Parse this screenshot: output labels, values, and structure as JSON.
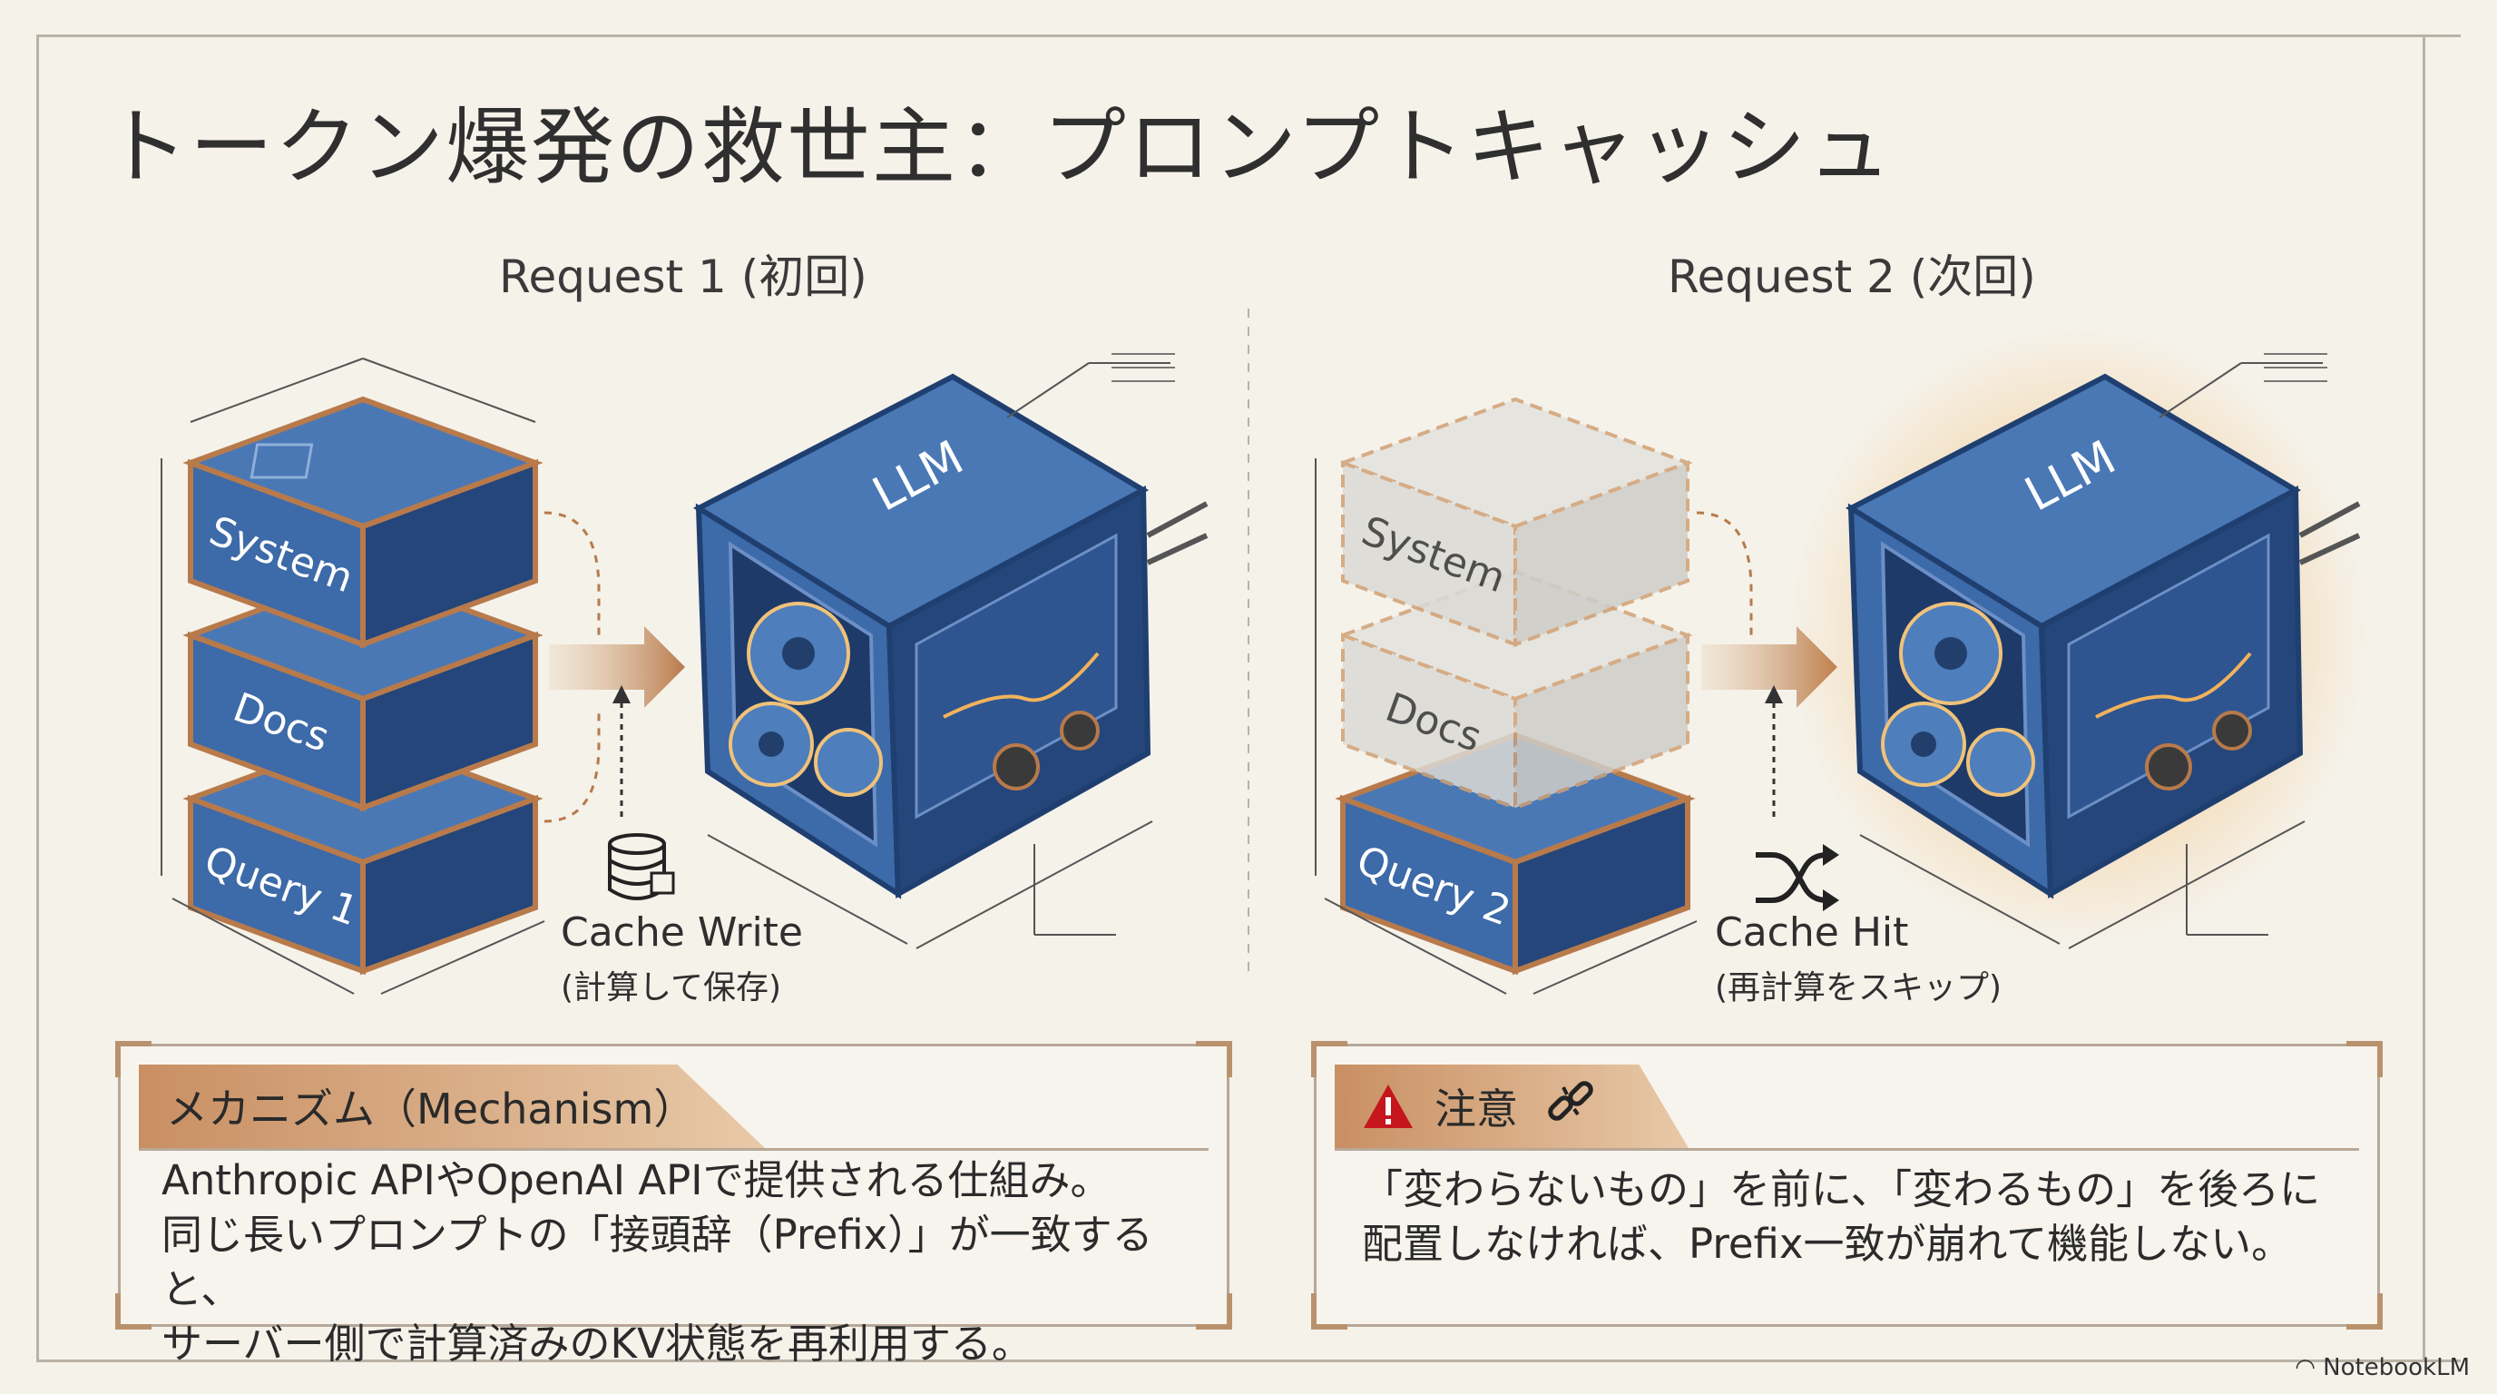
{
  "title": "トークン爆発の救世主：プロンプトキャッシュ",
  "request1": {
    "label": "Request 1 (初回)",
    "layers": [
      "System",
      "Docs",
      "Query 1"
    ],
    "engine": "LLM",
    "cache_icon": "database-write-icon",
    "cache_label": "Cache Write",
    "cache_sub": "(計算して保存)"
  },
  "request2": {
    "label": "Request 2 (次回)",
    "layers": [
      "System",
      "Docs",
      "Query 2"
    ],
    "engine": "LLM",
    "cache_icon": "shuffle-icon",
    "cache_label": "Cache Hit",
    "cache_sub": "(再計算をスキップ)"
  },
  "mechanism": {
    "heading": "メカニズム（Mechanism）",
    "lines": [
      "Anthropic APIやOpenAI APIで提供される仕組み。",
      "同じ長いプロンプトの「接頭辞（Prefix）」が一致すると、",
      "サーバー側で計算済みのKV状態を再利用する。"
    ]
  },
  "caution": {
    "heading": "注意",
    "icon": "broken-link-icon",
    "lines": [
      "「変わらないもの」を前に、「変わるもの」を後ろに",
      "配置しなければ、Prefix一致が崩れて機能しない。"
    ]
  },
  "brand": "NotebookLM",
  "colors": {
    "block_blue": "#3d6aa8",
    "block_dark": "#24467a",
    "copper": "#b87a4b",
    "ghost": "#d8d8d8",
    "glow": "#f2b25c",
    "background": "#f5f2ea"
  }
}
